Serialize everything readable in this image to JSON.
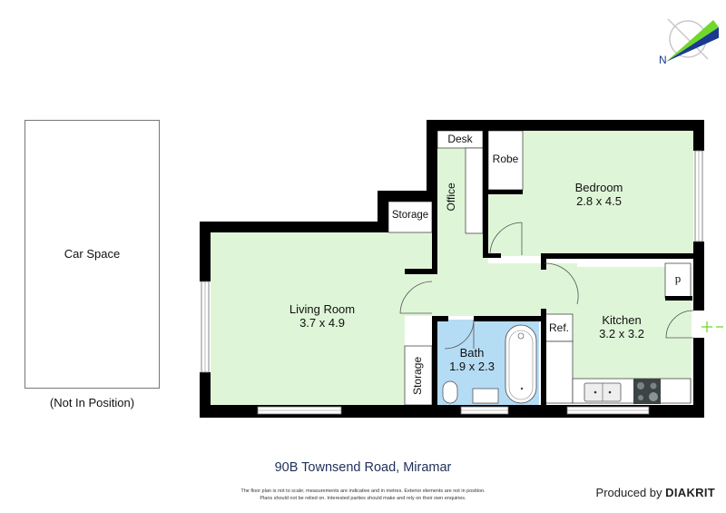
{
  "compass": {
    "north_label": "N",
    "colors": {
      "green": "#6fd82b",
      "blue": "#1a3a8f",
      "ring": "#c8c8c8"
    }
  },
  "car_space": {
    "label": "Car Space",
    "note": "(Not In Position)"
  },
  "rooms": {
    "living": {
      "name": "Living Room",
      "dims": "3.7 x 4.9"
    },
    "bedroom": {
      "name": "Bedroom",
      "dims": "2.8 x 4.5"
    },
    "kitchen": {
      "name": "Kitchen",
      "dims": "3.2 x 3.2"
    },
    "bath": {
      "name": "Bath",
      "dims": "1.9 x 2.3"
    }
  },
  "fixtures": {
    "desk": "Desk",
    "office": "Office",
    "robe": "Robe",
    "storage_top": "Storage",
    "storage_side": "Storage",
    "ref": "Ref.",
    "pantry": "p"
  },
  "colors": {
    "room_fill": "#dff5d8",
    "bath_fill": "#b5dcf5",
    "wall": "#000000",
    "entry_marker": "#6fd82b"
  },
  "footer": {
    "address": "90B Townsend Road, Miramar",
    "disclaimer_line1": "The floor plan is not to scale; measurements are indicative and in metres. Exterior elements are not in position.",
    "disclaimer_line2": "Plans should not be relied on. Interested parties should make and rely on their own enquiries.",
    "produced_by": "Produced by",
    "brand": "DIAKRIT"
  }
}
